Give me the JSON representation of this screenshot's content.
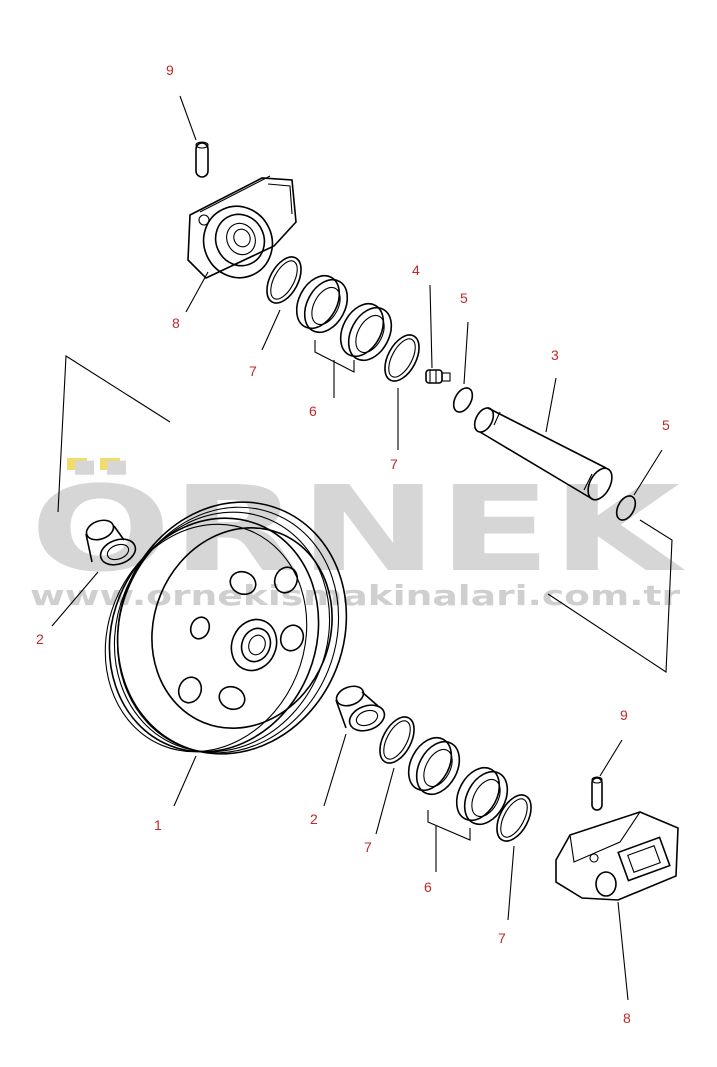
{
  "watermark": {
    "brand": "ÖRNEK",
    "url": "www.ornekismakinalari.com.tr",
    "brand_color": "#d6d6d6",
    "accent_color": "#f2dc6a"
  },
  "colors": {
    "callout_text": "#c0282a",
    "line": "#000000",
    "background": "#ffffff"
  },
  "callouts": {
    "c1": "1",
    "c2a": "2",
    "c2b": "2",
    "c3": "3",
    "c4": "4",
    "c5a": "5",
    "c5b": "5",
    "c6a": "6",
    "c6b": "6",
    "c7a": "7",
    "c7b": "7",
    "c7c": "7",
    "c7d": "7",
    "c8a": "8",
    "c8b": "8",
    "c9a": "9",
    "c9b": "9"
  }
}
